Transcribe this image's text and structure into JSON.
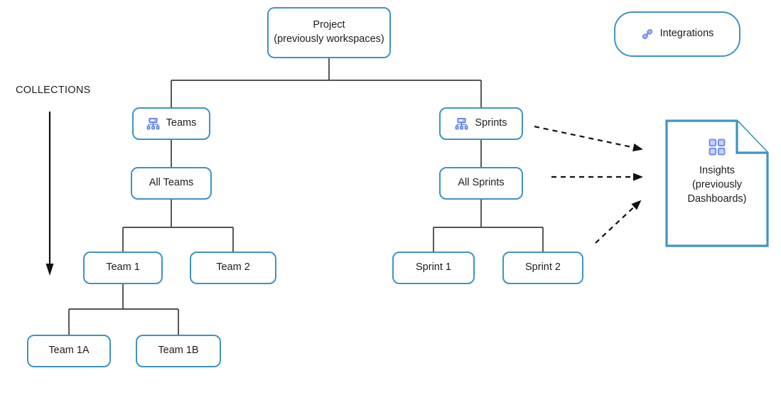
{
  "diagram": {
    "title": "Project hierarchy and collections diagram",
    "colors": {
      "node_border": "#3f93c2",
      "connector": "#3b3b3b",
      "icon_blue": "#6f8ff0",
      "icon_blue_dark": "#4a6fe0",
      "text": "#1d1d1d",
      "background": "#ffffff"
    },
    "axis": {
      "label": "COLLECTIONS",
      "direction": "down"
    },
    "nodes": [
      {
        "id": "project",
        "label": "Project\n(previously workspaces)",
        "shape": "rounded-rect",
        "icon": null
      },
      {
        "id": "integrations",
        "label": "Integrations",
        "shape": "pill",
        "icon": "link-icon"
      },
      {
        "id": "teams",
        "label": "Teams",
        "shape": "rounded-rect",
        "icon": "hierarchy-icon"
      },
      {
        "id": "sprints",
        "label": "Sprints",
        "shape": "rounded-rect",
        "icon": "hierarchy-icon"
      },
      {
        "id": "all-teams",
        "label": "All Teams",
        "shape": "rounded-rect",
        "icon": null
      },
      {
        "id": "all-sprints",
        "label": "All Sprints",
        "shape": "rounded-rect",
        "icon": null
      },
      {
        "id": "team-1",
        "label": "Team 1",
        "shape": "rounded-rect",
        "icon": null
      },
      {
        "id": "team-2",
        "label": "Team 2",
        "shape": "rounded-rect",
        "icon": null
      },
      {
        "id": "sprint-1",
        "label": "Sprint 1",
        "shape": "rounded-rect",
        "icon": null
      },
      {
        "id": "sprint-2",
        "label": "Sprint 2",
        "shape": "rounded-rect",
        "icon": null
      },
      {
        "id": "team-1a",
        "label": "Team 1A",
        "shape": "rounded-rect",
        "icon": null
      },
      {
        "id": "team-1b",
        "label": "Team 1B",
        "shape": "rounded-rect",
        "icon": null
      },
      {
        "id": "insights",
        "label": "Insights\n(previously\nDashboards)",
        "shape": "document",
        "icon": "grid-icon"
      }
    ],
    "labels": {
      "project": "Project\n(previously workspaces)",
      "integrations": "Integrations",
      "teams": "Teams",
      "sprints": "Sprints",
      "all_teams": "All Teams",
      "all_sprints": "All Sprints",
      "team_1": "Team 1",
      "team_2": "Team 2",
      "sprint_1": "Sprint 1",
      "sprint_2": "Sprint 2",
      "team_1a": "Team 1A",
      "team_1b": "Team 1B",
      "insights": "Insights\n(previously\nDashboards)"
    },
    "edges": [
      {
        "from": "project",
        "to": "teams",
        "style": "solid"
      },
      {
        "from": "project",
        "to": "sprints",
        "style": "solid"
      },
      {
        "from": "teams",
        "to": "all-teams",
        "style": "solid"
      },
      {
        "from": "all-teams",
        "to": "team-1",
        "style": "solid"
      },
      {
        "from": "all-teams",
        "to": "team-2",
        "style": "solid"
      },
      {
        "from": "team-1",
        "to": "team-1a",
        "style": "solid"
      },
      {
        "from": "team-1",
        "to": "team-1b",
        "style": "solid"
      },
      {
        "from": "sprints",
        "to": "all-sprints",
        "style": "solid"
      },
      {
        "from": "all-sprints",
        "to": "sprint-1",
        "style": "solid"
      },
      {
        "from": "all-sprints",
        "to": "sprint-2",
        "style": "solid"
      },
      {
        "from": "sprints",
        "to": "insights",
        "style": "dashed-arrow"
      },
      {
        "from": "all-sprints",
        "to": "insights",
        "style": "dashed-arrow"
      },
      {
        "from": "sprint-2",
        "to": "insights",
        "style": "dashed-arrow"
      }
    ]
  }
}
